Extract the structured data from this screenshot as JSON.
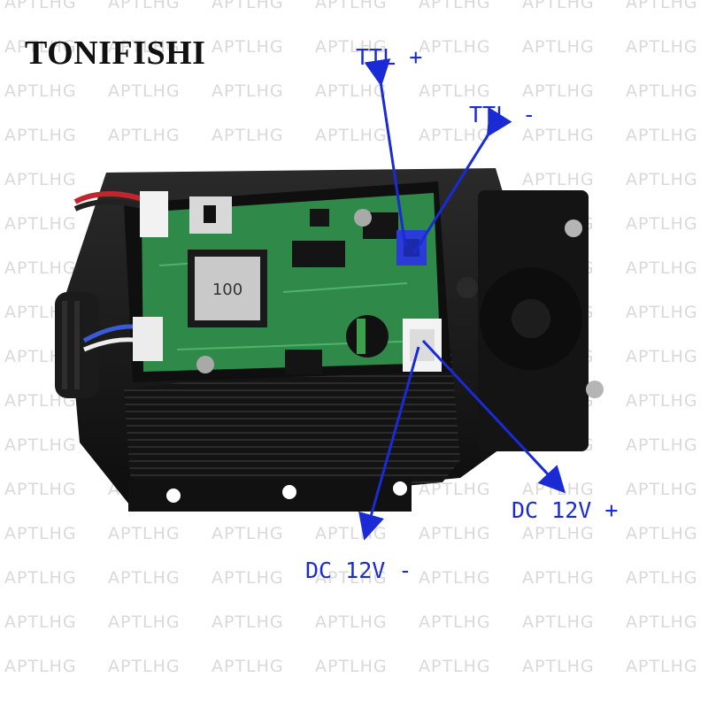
{
  "brand": {
    "text": "TONIFISHI"
  },
  "watermark": {
    "text": "APTLHG"
  },
  "board": {
    "inductor_marking": "100"
  },
  "callouts": {
    "ttl_plus": "TTL +",
    "ttl_minus": "TTL -",
    "dc_plus": "DC 12V +",
    "dc_minus": "DC 12V -"
  },
  "colors": {
    "callout": "#1a2bd6",
    "pcb": "#2f8a4a",
    "heatsink": "#151515",
    "connector_blue": "#2a3bd8"
  }
}
